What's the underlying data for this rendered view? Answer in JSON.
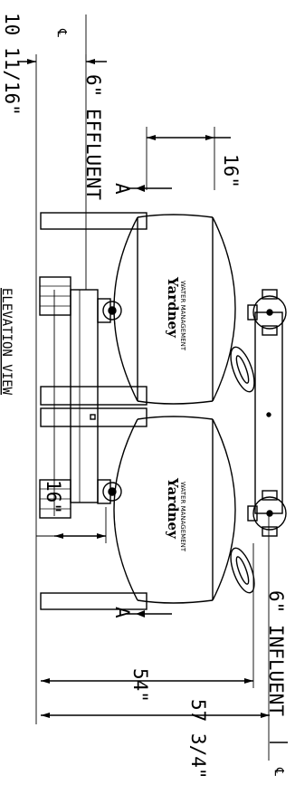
{
  "view_title": "ELEVATION VIEW",
  "labels": {
    "effluent": "6\" EFFLUENT",
    "influent": "6\" INFLUENT",
    "dim_16_top": "16\"",
    "dim_16_bottom": "16\"",
    "dim_54": "54\"",
    "dim_57": "57 3/4\"",
    "dim_10": "10 11/16\"",
    "centerline_symbol": "℄",
    "section_a": "A"
  },
  "logo": {
    "brand": "Yardney",
    "sub": "WATER MANAGEMENT"
  }
}
